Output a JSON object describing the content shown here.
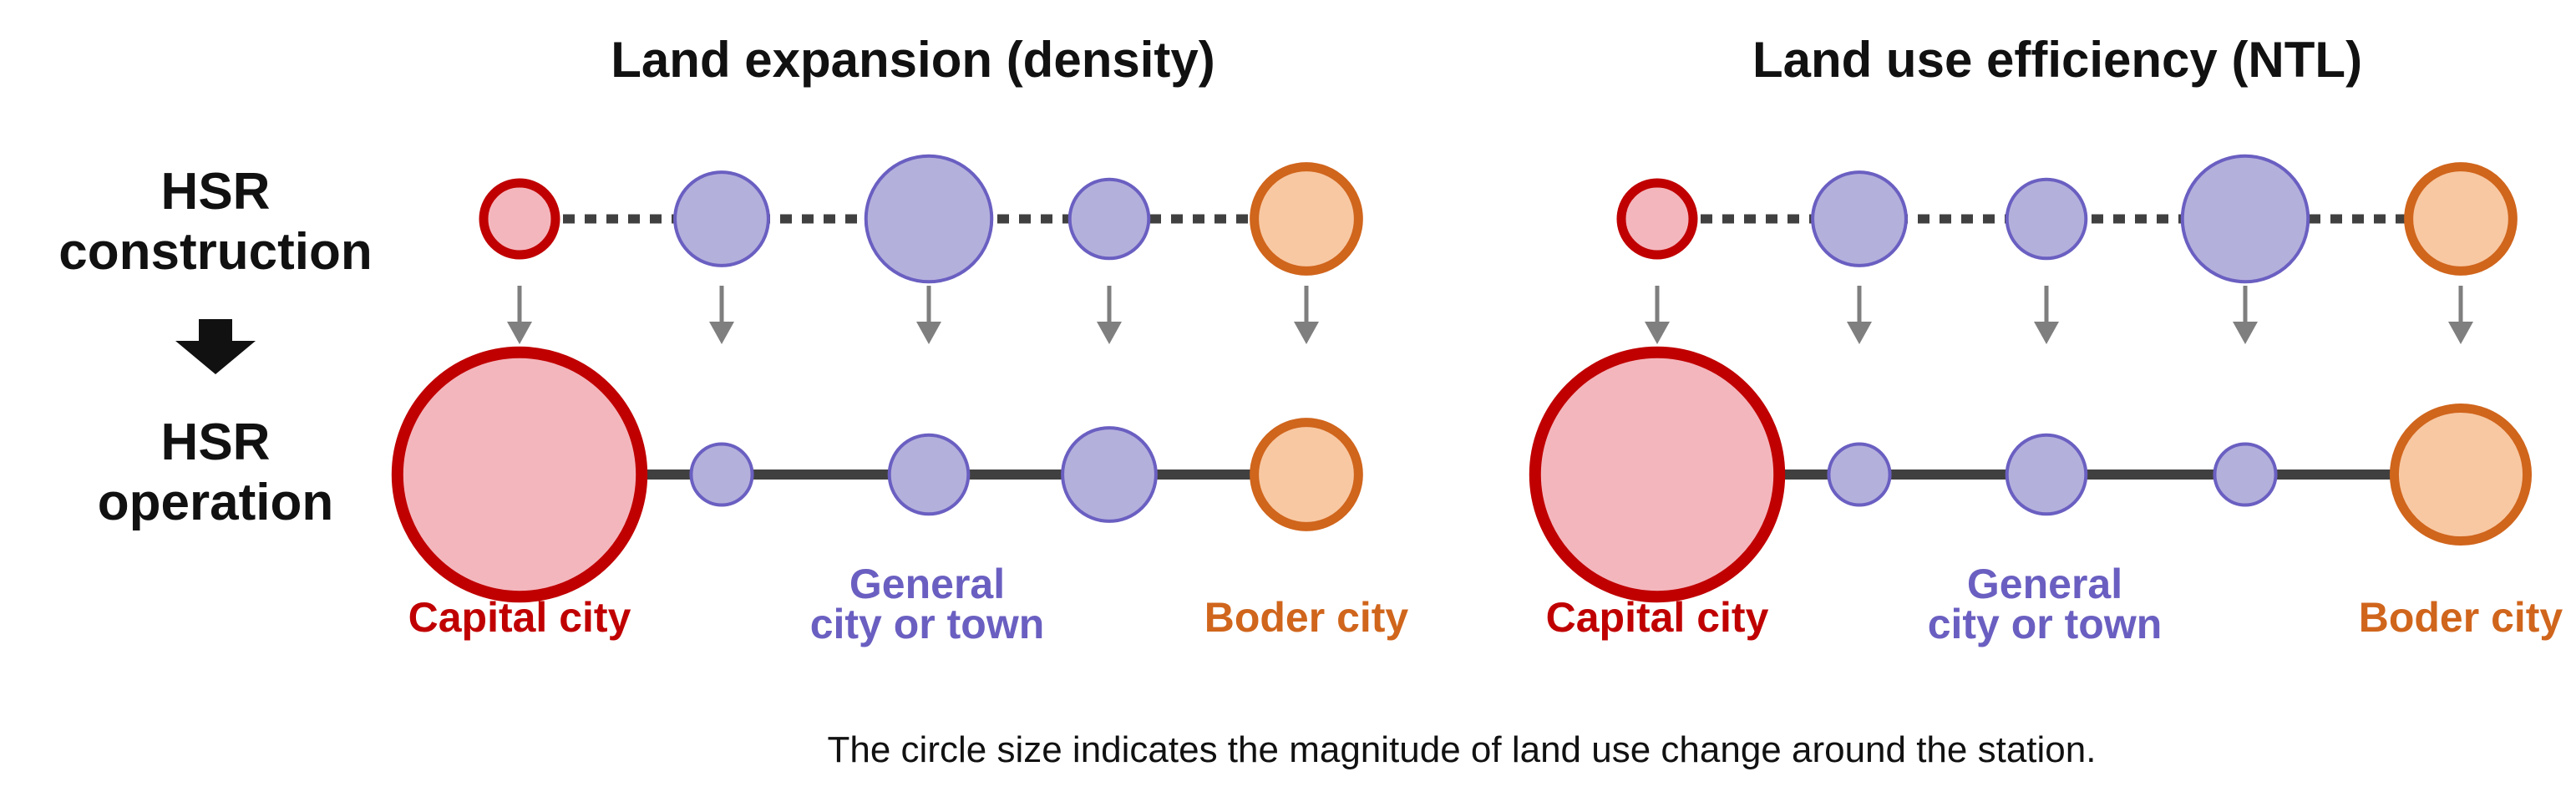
{
  "row_labels": {
    "construction": [
      "HSR",
      "construction"
    ],
    "operation": [
      "HSR",
      "operation"
    ]
  },
  "city_labels": {
    "capital": "Capital city",
    "general": [
      "General",
      "city or town"
    ],
    "border": "Boder city"
  },
  "caption": "The circle size indicates the magnitude of  land use change around the station.",
  "colors": {
    "capital_stroke": "#c00000",
    "capital_fill": "#f4b6bd",
    "general_stroke": "#6a5fc1",
    "general_fill": "#b4b0dc",
    "border_stroke": "#d0651c",
    "border_fill": "#f8c8a2",
    "line": "#404040",
    "arrow": "#7f7f7f"
  },
  "panels": [
    {
      "title": "Land expansion (density)",
      "construction_sizes": [
        1,
        1.3,
        1.75,
        1.1,
        1.45
      ],
      "operation_sizes": [
        3.4,
        0.85,
        1.1,
        1.3,
        1.45
      ]
    },
    {
      "title": "Land use efficiency (NTL)",
      "construction_sizes": [
        1,
        1.3,
        1.1,
        1.75,
        1.45
      ],
      "operation_sizes": [
        3.4,
        0.85,
        1.1,
        0.85,
        1.85
      ]
    }
  ]
}
